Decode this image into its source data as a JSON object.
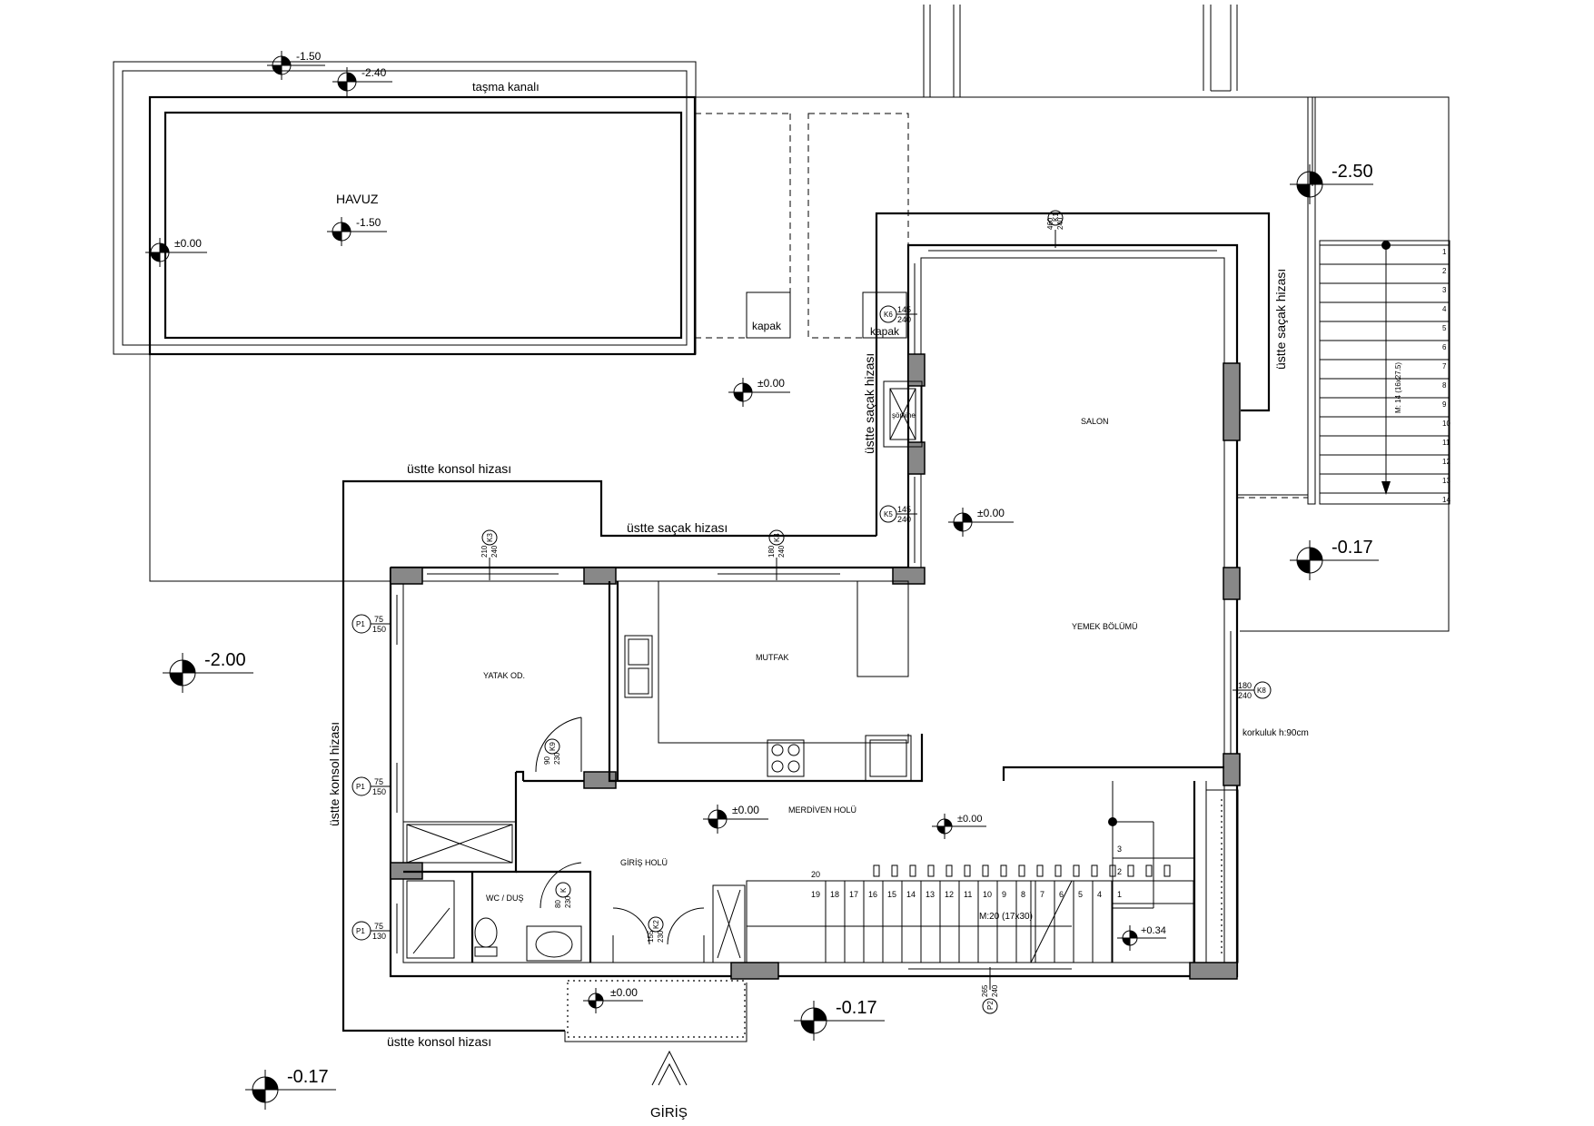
{
  "drawing": {
    "rooms": {
      "pool": "HAVUZ",
      "salon": "SALON",
      "dining": "YEMEK BÖLÜMÜ",
      "kitchen": "MUTFAK",
      "bedroom": "YATAK OD.",
      "stair_hall": "MERDİVEN HOLÜ",
      "entry_hall": "GİRİŞ HOLÜ",
      "wc": "WC / DUŞ"
    },
    "labels": {
      "overflow_channel": "taşma kanalı",
      "hatch_1": "kapak",
      "hatch_2": "kapak",
      "fireplace": "şömine",
      "eave_above_1": "üstte saçak hizası",
      "eave_above_2": "üstte saçak hizası",
      "eave_above_3": "üstte saçak hizası",
      "console_above_1": "üstte konsol hizası",
      "console_above_2": "üstte konsol hizası",
      "console_above_3": "üstte konsol hizası",
      "railing": "korkuluk h:90cm",
      "entrance": "GİRİŞ",
      "stair_1": "M: 14 (16x27.5)",
      "stair_2": "M:20 (17x30)"
    },
    "levels": {
      "pool_edge_top": "-1.50",
      "pool_channel": "-2.40",
      "pool_bottom": "-1.50",
      "pool_edge": "±0.00",
      "terrace": "±0.00",
      "salon": "±0.00",
      "hall_1": "±0.00",
      "hall_2": "±0.00",
      "entry": "±0.00",
      "stair_landing": "+0.34",
      "garden_right_top": "-2.50",
      "garden_right": "-0.17",
      "garden_left": "-2.00",
      "front_mid": "-0.17",
      "front_left": "-0.17"
    },
    "openings": {
      "k1_code": "K1",
      "k1_w": "460",
      "k1_h": "240",
      "k6_code": "K6",
      "k6_w": "145",
      "k6_h": "240",
      "k5_code": "K5",
      "k5_w": "145",
      "k5_h": "240",
      "k3_code": "K3",
      "k3_w": "210",
      "k3_h": "240",
      "k4_code": "K4",
      "k4_w": "180",
      "k4_h": "240",
      "k8_code": "K8",
      "k8_w": "180",
      "k8_h": "240",
      "k9_code": "K9",
      "k9_w": "90",
      "k9_h": "230",
      "k_wc_code": "K",
      "k_wc_w": "80",
      "k_wc_h": "230",
      "k2_code": "K2",
      "k2_w": "155",
      "k2_h": "230",
      "p2_code": "P2",
      "p2_w": "265",
      "p2_h": "240",
      "p1a_code": "P1",
      "p1a_w": "75",
      "p1a_h": "150",
      "p1b_code": "P1",
      "p1b_w": "75",
      "p1b_h": "150",
      "p1c_code": "P1",
      "p1c_w": "75",
      "p1c_h": "130"
    },
    "stairs": {
      "upper_steps": [
        "1",
        "2",
        "3",
        "4",
        "5",
        "6",
        "7",
        "8",
        "9",
        "10",
        "11",
        "12",
        "13",
        "14"
      ],
      "main_steps": [
        "20",
        "19",
        "18",
        "17",
        "16",
        "15",
        "14",
        "13",
        "12",
        "11",
        "10",
        "9",
        "8",
        "7",
        "6",
        "5",
        "4",
        "3",
        "2",
        "1"
      ]
    }
  }
}
